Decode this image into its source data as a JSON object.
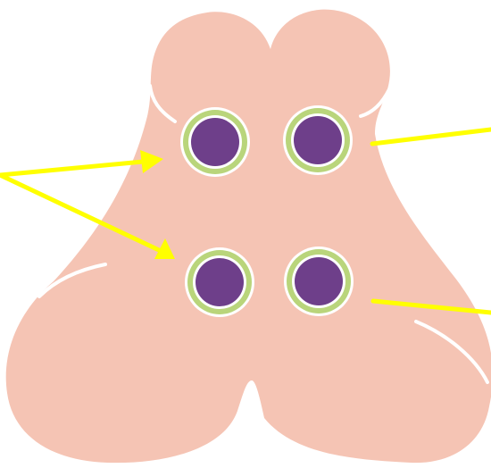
{
  "colors": {
    "background": "#ffffff",
    "shape_fill": "#f5c4b4",
    "highlight_stroke": "#ffffff",
    "ring_outer": "#ffffff",
    "ring_green": "#b9d57b",
    "ring_inner": "#ffffff",
    "core_fill": "#6e3f8a",
    "pointer": "#ffff00"
  },
  "icons": {
    "shape": "four-lobed-organic-shape",
    "dots": "purple-ringed-circle",
    "pointers": "yellow-pointer-lines"
  }
}
